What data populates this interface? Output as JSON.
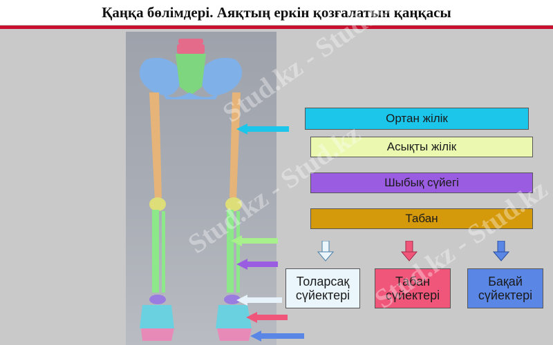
{
  "title": "Қаңқа бөлімдері. Аяқтың еркін қозғалатын қаңқасы",
  "labels": {
    "femur": "Ортан жілік",
    "tibia": "Асықты жілік",
    "fibula": "Шыбық сүйегі",
    "foot": "Табан"
  },
  "bottom_boxes": [
    {
      "line1": "Толарсақ",
      "line2": "сүйектері"
    },
    {
      "line1": "Табан",
      "line2": "сүйектері"
    },
    {
      "line1": "Бақай",
      "line2": "сүйектері"
    }
  ],
  "watermark": "Stud.kz - Stud.kz",
  "colors": {
    "title_rule": "#c8102e",
    "femur_box": "#1bc6ea",
    "tibia_box": "#eaf8b0",
    "fibula_box": "#9a5ce0",
    "foot_box": "#d49a0c",
    "tarsal_box": "#eaf6fc",
    "metatarsal_box": "#f0567a",
    "phalanges_box": "#5a86e6",
    "femur_bone": "#e6b478",
    "pelvis_bone": "#7fb1e8",
    "sacrum_bone": "#7ed67e",
    "spine_bone": "#e46b8a",
    "leg_bone": "#8de88a"
  },
  "icons": [
    "cyan-arrow-icon",
    "green-arrow-icon",
    "purple-arrow-icon",
    "white-arrow-icon",
    "pink-arrow-icon",
    "blue-arrow-icon",
    "down-arrow-icon"
  ]
}
